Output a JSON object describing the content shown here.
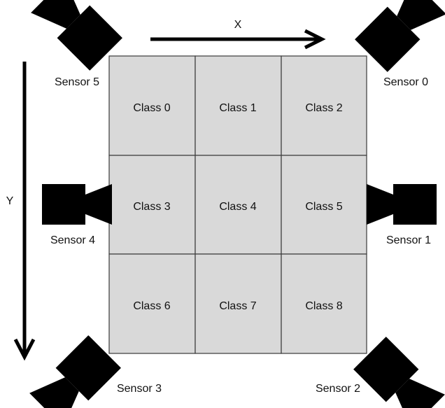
{
  "axes": {
    "x_label": "X",
    "y_label": "Y"
  },
  "grid": {
    "rows": 3,
    "cols": 3,
    "cells": [
      {
        "label": "Class 0"
      },
      {
        "label": "Class 1"
      },
      {
        "label": "Class 2"
      },
      {
        "label": "Class 3"
      },
      {
        "label": "Class 4"
      },
      {
        "label": "Class 5"
      },
      {
        "label": "Class 6"
      },
      {
        "label": "Class 7"
      },
      {
        "label": "Class 8"
      }
    ]
  },
  "sensors": [
    {
      "label": "Sensor 0"
    },
    {
      "label": "Sensor 1"
    },
    {
      "label": "Sensor 2"
    },
    {
      "label": "Sensor 3"
    },
    {
      "label": "Sensor 4"
    },
    {
      "label": "Sensor 5"
    }
  ],
  "colors": {
    "cell_fill": "#d9d9d9",
    "cell_border": "#3a3a3a",
    "sensor": "#000000"
  }
}
